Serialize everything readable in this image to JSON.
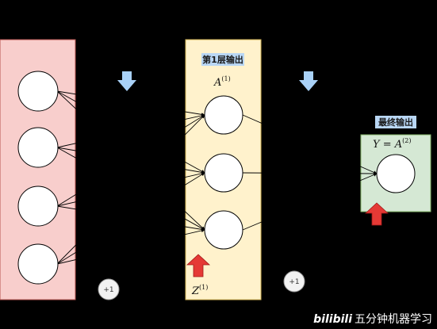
{
  "hidden_layer": {
    "title": "第1层输出",
    "activation": {
      "symbol": "A",
      "sup": "(1)"
    },
    "preactivation": {
      "symbol": "Z",
      "sup": "(1)"
    }
  },
  "output_layer": {
    "title": "最终输出",
    "label": {
      "lhs": "Y",
      "eq": " = ",
      "symbol": "A",
      "sup": "(2)"
    }
  },
  "bias_label": "+1",
  "watermark": {
    "brand": "bilibili",
    "text": "五分钟机器学习"
  },
  "colors": {
    "background": "#000000",
    "input_panel": "#f8cecc",
    "hidden_panel": "#fff2cc",
    "output_panel": "#d5e8d4",
    "title_highlight": "#b9d7f5",
    "down_arrow": "#a9d1f7",
    "up_arrow": "#e53935",
    "bias_circle": "#f2f2f2"
  },
  "icons": [
    "down-arrow-icon",
    "up-arrow-icon"
  ]
}
